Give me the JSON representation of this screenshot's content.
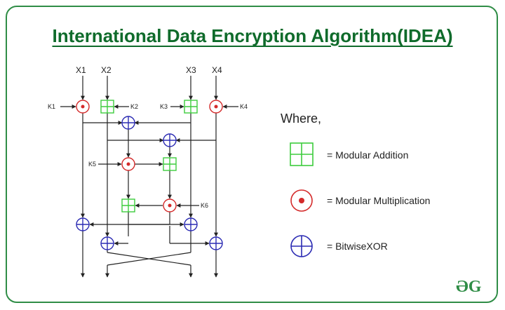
{
  "title": "International Data Encryption Algorithm(IDEA)",
  "inputs": [
    "X1",
    "X2",
    "X3",
    "X4"
  ],
  "keys": [
    "K1",
    "K2",
    "K3",
    "K4",
    "K5",
    "K6"
  ],
  "legend": {
    "heading": "Where,",
    "items": [
      {
        "symbol": "modular-addition",
        "label": "= Modular Addition"
      },
      {
        "symbol": "modular-multiplication",
        "label": "= Modular Multiplication"
      },
      {
        "symbol": "bitwise-xor",
        "label": "= BitwiseXOR"
      }
    ]
  },
  "logo": "ƏG",
  "colors": {
    "title": "#0f6b2b",
    "frame": "#2f8d46",
    "addition": "#3dcc3d",
    "multiplication": "#d42a2a",
    "xor": "#2b2bb3"
  }
}
